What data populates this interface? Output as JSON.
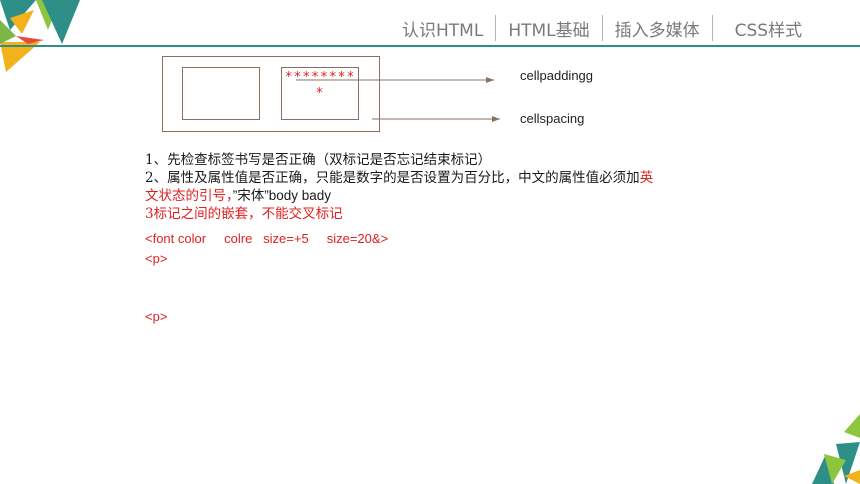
{
  "nav": {
    "items": [
      "认识HTML",
      "HTML基础",
      "插入多媒体",
      "CSS样式"
    ]
  },
  "diagram": {
    "cell_content": "********",
    "cell_content_2": "*",
    "label_padding": "cellpaddingg",
    "label_spacing": "cellspacing"
  },
  "notes": {
    "line1": "1、先检查标签书写是否正确（双标记是否忘记结束标记）",
    "line2_black": "2、属性及属性值是否正确，只能是数字的是否设置为百分比，中文的属性值必须加",
    "line2_red": "英",
    "line3_red": "文状态的引号，",
    "line3_black": "”宋体”body    bady",
    "line4": "3标记之间的嵌套，不能交叉标记"
  },
  "code": {
    "font_line": "<font color     colre   size=+5     size=20&>",
    "p1": "<p>",
    "p2": "<p>"
  },
  "colors": {
    "accent_teal": "#2e8f88",
    "red": "#e02020",
    "yellow": "#f2b21b",
    "green": "#8cc63f"
  }
}
